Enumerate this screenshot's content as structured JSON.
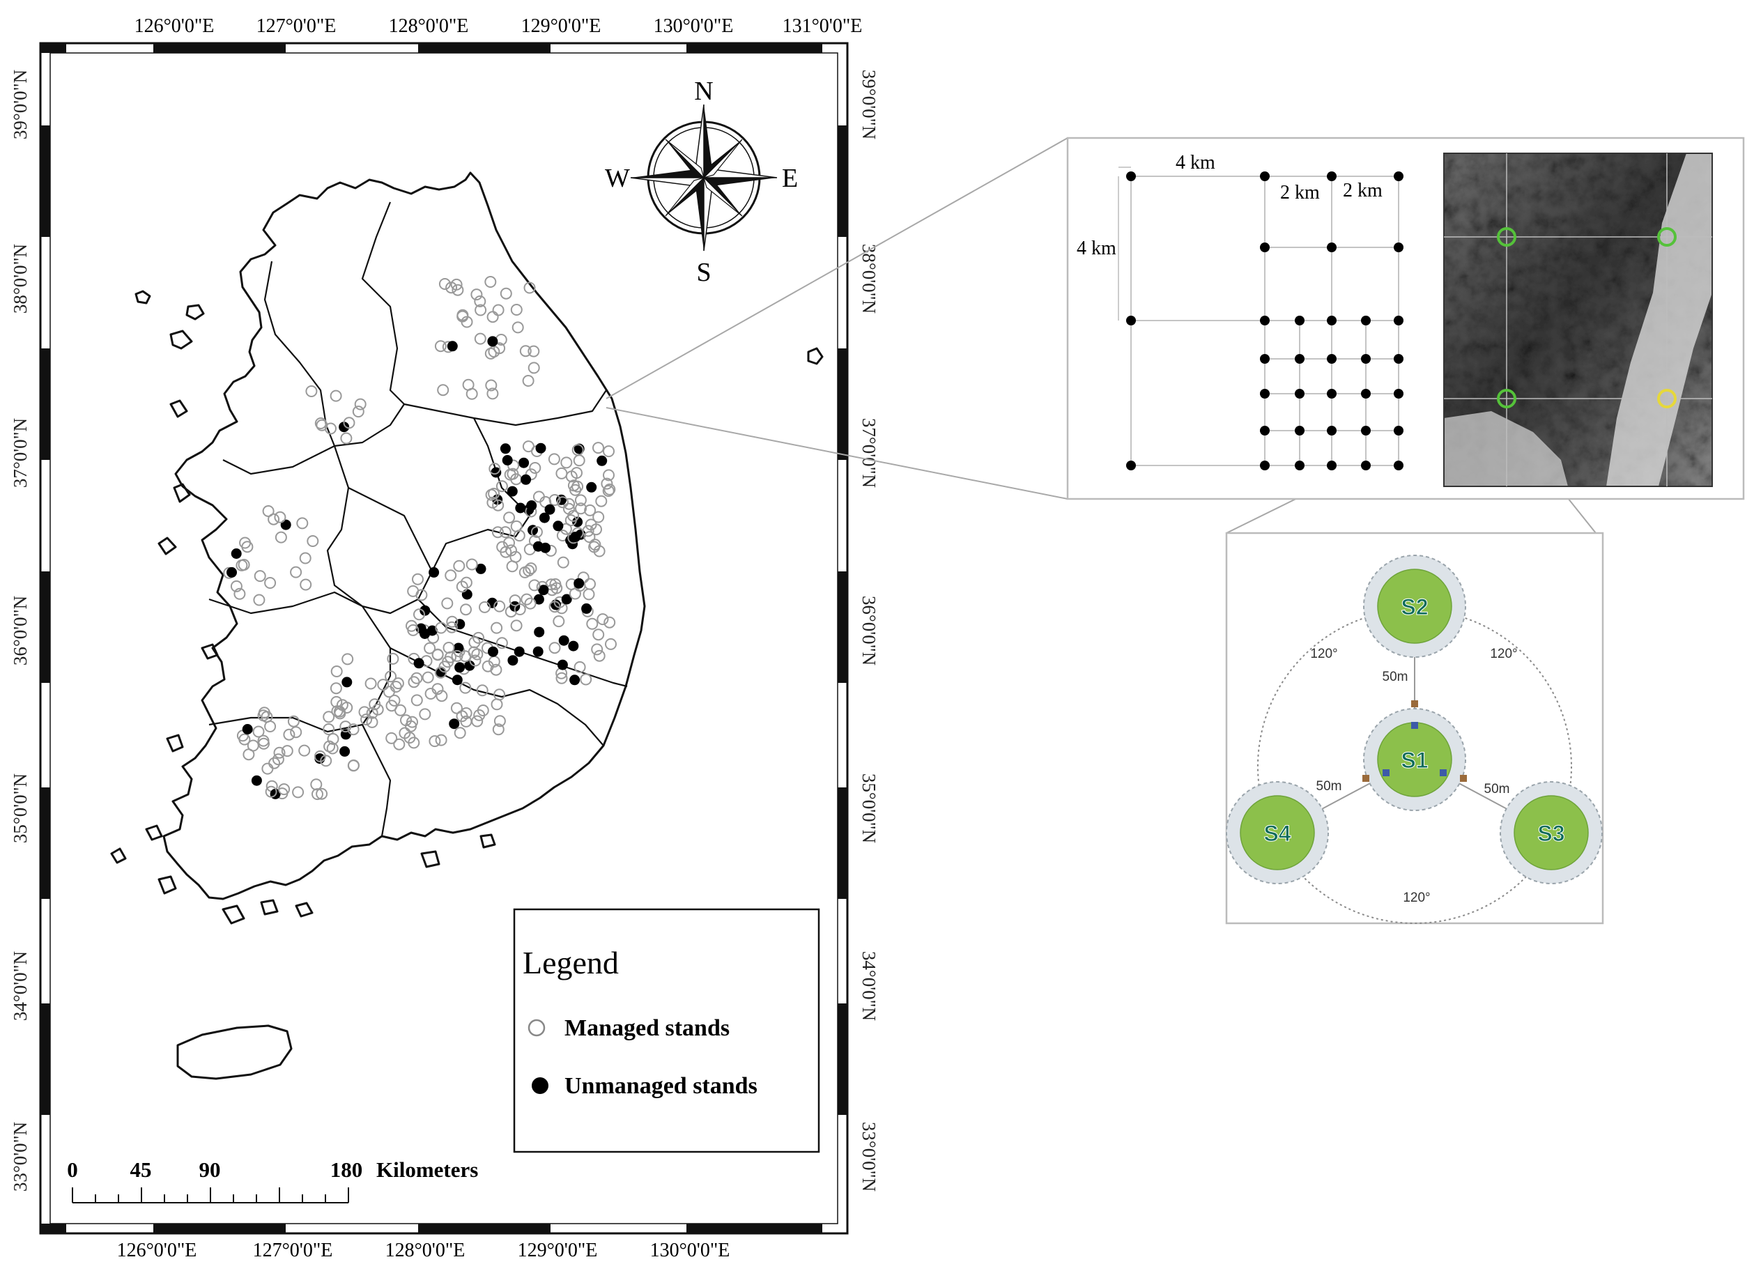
{
  "map": {
    "top_longitudes": [
      "126°0'0\"E",
      "127°0'0\"E",
      "128°0'0\"E",
      "129°0'0\"E",
      "130°0'0\"E",
      "131°0'0\"E"
    ],
    "bottom_longitudes": [
      "126°0'0\"E",
      "127°0'0\"E",
      "128°0'0\"E",
      "129°0'0\"E",
      "130°0'0\"E"
    ],
    "left_latitudes": [
      "39°0'0\"N",
      "38°0'0\"N",
      "37°0'0\"N",
      "36°0'0\"N",
      "35°0'0\"N",
      "34°0'0\"N",
      "33°0'0\"N"
    ],
    "right_latitudes": [
      "39°0'0\"N",
      "38°0'0\"N",
      "37°0'0\"N",
      "36°0'0\"N",
      "35°0'0\"N",
      "34°0'0\"N",
      "33°0'0\"N"
    ],
    "compass": {
      "n": "N",
      "s": "S",
      "e": "E",
      "w": "W"
    },
    "legend": {
      "title": "Legend",
      "managed_label": "Managed stands",
      "unmanaged_label": "Unmanaged stands"
    },
    "scalebar": {
      "ticks": [
        "0",
        "45",
        "90",
        "180"
      ],
      "unit": "Kilometers"
    },
    "colors": {
      "frame": "#111111",
      "managed": "#9a9a9a",
      "unmanaged": "#000000"
    }
  },
  "grid_inset": {
    "label_4km_top": "4 km",
    "label_4km_left": "4 km",
    "label_2km_a": "2 km",
    "label_2km_b": "2 km"
  },
  "plot_inset": {
    "subplots": [
      "S2",
      "S1",
      "S3",
      "S4"
    ],
    "angle_left": "120°",
    "angle_right": "120°",
    "angle_bottom": "120°",
    "dist_up": "50m",
    "dist_left": "50m",
    "dist_right": "50m",
    "colors": {
      "plot_fill": "#8cc04b",
      "halo": "#dde3e8",
      "text": "#0d6b5a"
    }
  }
}
